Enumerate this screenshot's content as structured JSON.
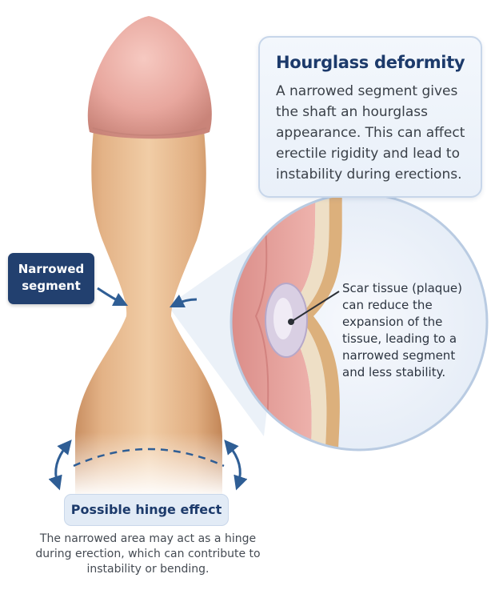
{
  "info_card": {
    "title": "Hourglass deformity",
    "body": "A narrowed segment gives the shaft an hourglass appearance. This can affect erectile rigidity and lead to instability during erections."
  },
  "narrowed_label": "Narrowed segment",
  "scar_callout": "Scar tissue (plaque) can reduce the expansion of the tissue, leading to a narrowed segment and less stability.",
  "hinge": {
    "label": "Possible hinge effect",
    "description": "The narrowed area may act as a hinge during erection, which can contribute to instability or bending."
  },
  "colors": {
    "title_navy": "#1c3a6b",
    "label_fill": "#22406f",
    "skin": "#e7b98e",
    "glans": "#e9a8a0",
    "plaque": "#d9cfe3",
    "accent_blue": "#2f5e95"
  }
}
